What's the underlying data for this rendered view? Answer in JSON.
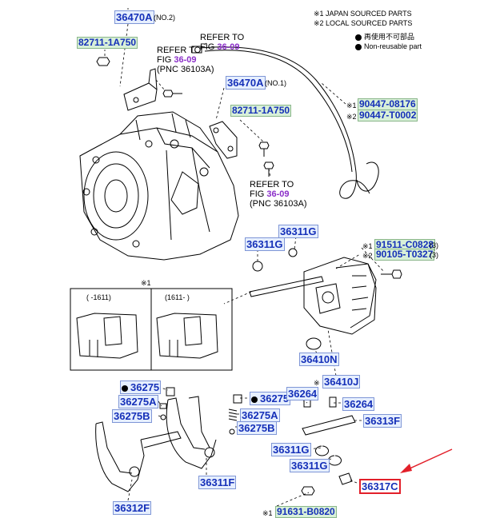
{
  "legend": {
    "l1": "※1 JAPAN SOURCED PARTS",
    "l2": "※2 LOCAL SOURCED PARTS",
    "reuse_jp": "再使用不可部品",
    "reuse_en": "Non-reusable part"
  },
  "refer": {
    "r1_a": "REFER TO",
    "r1_b": "FIG ",
    "r1_fig": "36-09",
    "r1_c": "(PNC 36103A)",
    "r2_a": "REFER TO",
    "r2_b": "FIG ",
    "r2_fig": "36-09",
    "r3_a": "REFER TO",
    "r3_b": "FIG ",
    "r3_fig": "36-09",
    "r3_c": "(PNC 36103A)"
  },
  "parts": {
    "p36470A_no2": "36470A",
    "no2": "(NO.2)",
    "p82711_a": "82711-1A750",
    "p36470A_no1": "36470A",
    "no1": "(NO.1)",
    "p82711_b": "82711-1A750",
    "m1_a": "※1",
    "p90447_08176": "90447-08176",
    "m2_a": "※2",
    "p90447_T0002": "90447-T0002",
    "p36311G_1": "36311G",
    "p36311G_2": "36311G",
    "m1_b": "※1",
    "p91511_C0828": "91511-C0828",
    "s3a": "(3)",
    "m2_b": "※2",
    "p90105_T0327": "90105-T0327",
    "s3b": "(3)",
    "p36410N": "36410N",
    "m1_c": "※",
    "p36410J": "36410J",
    "p36275_1": "36275",
    "p36275A_1": "36275A",
    "p36275B_1": "36275B",
    "p36275_2": "36275",
    "p36275A_2": "36275A",
    "p36275B_2": "36275B",
    "p36264_1": "36264",
    "p36264_2": "36264",
    "p36313F": "36313F",
    "p36311G_3": "36311G",
    "p36311G_4": "36311G",
    "p36317C": "36317C",
    "p36311F": "36311F",
    "p36312F": "36312F",
    "m1_d": "※1",
    "p91631": "91631-B0820"
  },
  "inset": {
    "mark": "※1",
    "left_label": "(  -1611)",
    "right_label": "(1611-  )"
  }
}
